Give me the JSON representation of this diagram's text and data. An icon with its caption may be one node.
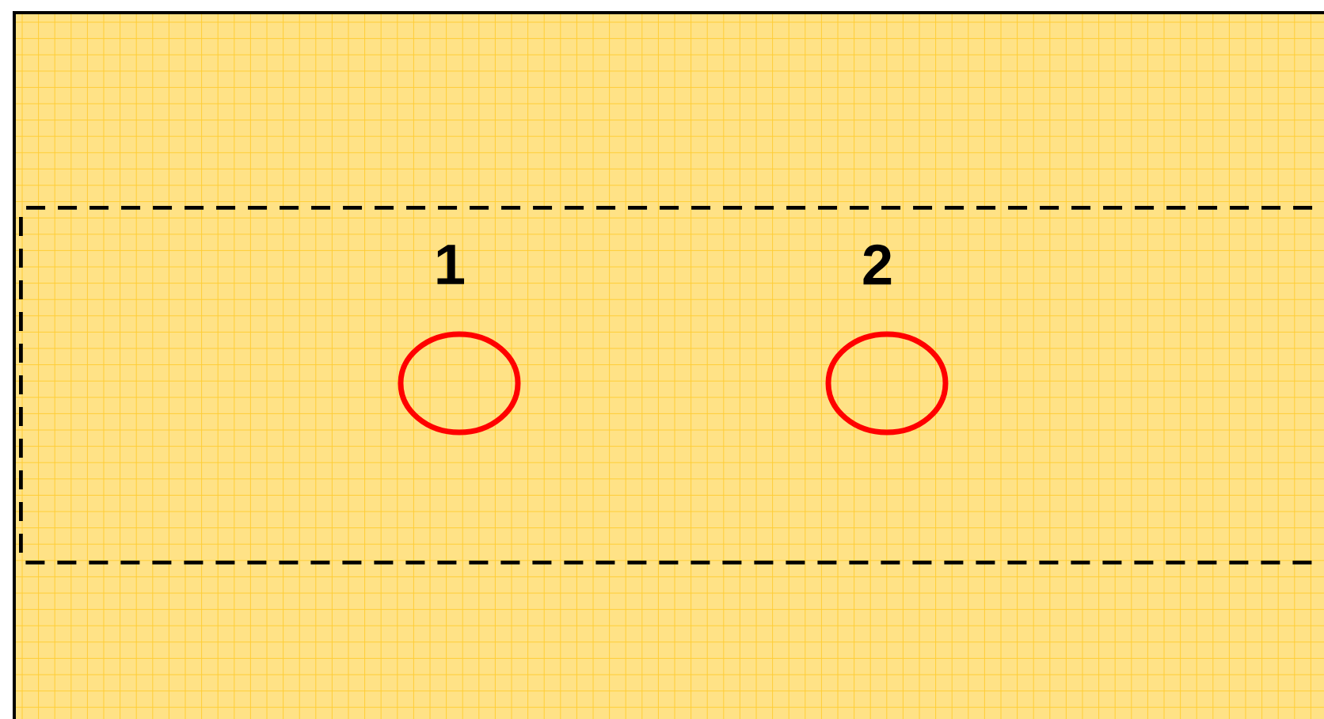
{
  "diagram": {
    "nodes": [
      {
        "text": [],
        "shape": "box"
      },
      {
        "text": [
          "1"
        ],
        "in": 0
      },
      {
        "text": [
          "2"
        ],
        "in": 0
      }
    ]
  }
}
